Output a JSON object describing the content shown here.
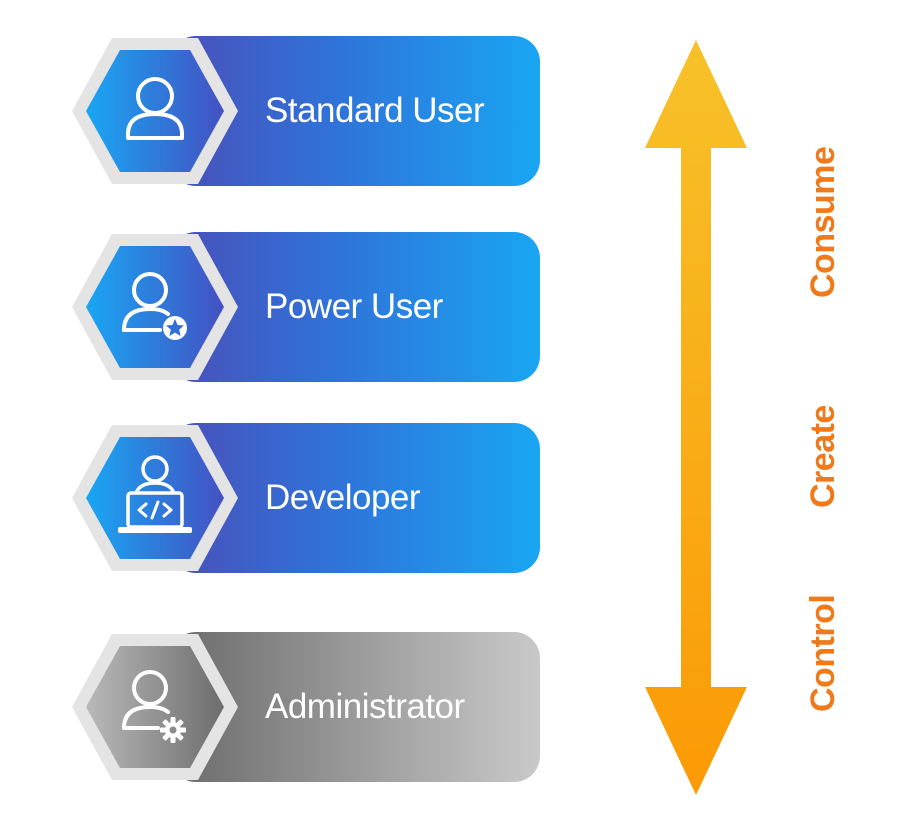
{
  "roles": [
    {
      "label": "Standard User",
      "icon": "user-icon",
      "style": "blue"
    },
    {
      "label": "Power User",
      "icon": "user-star-icon",
      "style": "blue"
    },
    {
      "label": "Developer",
      "icon": "developer-laptop-icon",
      "style": "blue"
    },
    {
      "label": "Administrator",
      "icon": "user-gear-icon",
      "style": "gray"
    }
  ],
  "axis": {
    "labels": [
      "Consume",
      "Create",
      "Control"
    ],
    "arrow_color_top": "#f7c12a",
    "arrow_color_bottom": "#fb9a05",
    "label_color": "#f07a1a"
  },
  "colors": {
    "blue_start": "#4a4fb8",
    "blue_end": "#19a6f3",
    "gray_start": "#6a6a6a",
    "gray_end": "#c9c9c9",
    "hex_frame": "#e4e4e4"
  }
}
